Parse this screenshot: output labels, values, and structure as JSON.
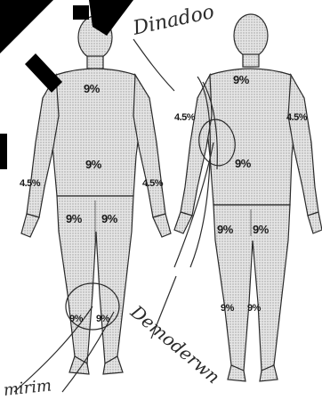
{
  "labels": {
    "front": {
      "head": "",
      "chest": "9%",
      "abdomen": "9%",
      "left_arm": "4.5%",
      "right_arm": "4.5%",
      "left_thigh": "9%",
      "right_thigh": "9%",
      "left_leg": "9%",
      "right_leg": "9%"
    },
    "back": {
      "upper_back": "9%",
      "left_arm": "4.5%",
      "right_arm": "4.5%",
      "lower_back": "9%",
      "left_thigh": "9%",
      "right_thigh": "9%",
      "left_leg": "9%",
      "right_leg": "9%"
    }
  },
  "annotations": {
    "top_script": "Dinadoo",
    "middle_script": "Demoderwn",
    "bottom_script": "mirim"
  },
  "colors": {
    "ink": "#1a1a1a",
    "shading": "#bdbdbd",
    "stamp": "#000000"
  }
}
